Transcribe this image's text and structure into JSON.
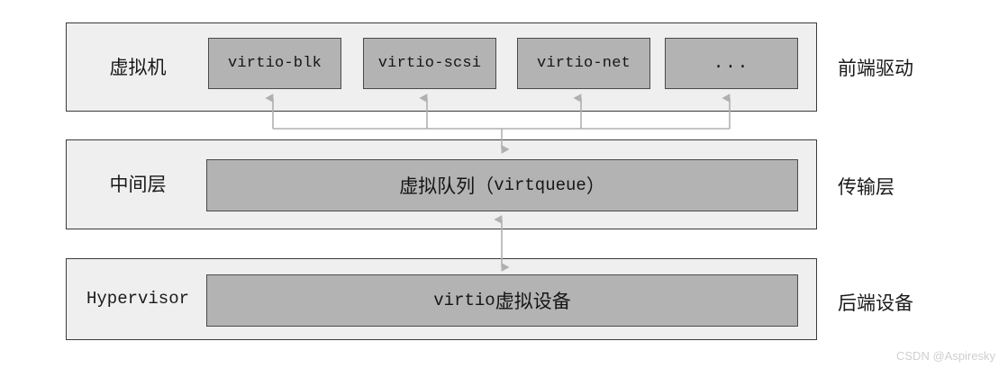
{
  "diagram": {
    "watermark": "CSDN @Aspiresky",
    "colors": {
      "panel_fill": "#efefef",
      "panel_border": "#3a3a3a",
      "box_fill": "#b3b3b3",
      "box_border": "#4a4a4a",
      "connector": "#b0b0b0",
      "page_background": "#ffffff",
      "watermark_text": "#cfcfcf"
    },
    "layers": [
      {
        "id": "virtual-machine",
        "label": "虚拟机",
        "stage_label": "前端驱动",
        "boxes": [
          {
            "id": "virtio-blk",
            "text": "virtio-blk"
          },
          {
            "id": "virtio-scsi",
            "text": "virtio-scsi"
          },
          {
            "id": "virtio-net",
            "text": "virtio-net"
          },
          {
            "id": "more",
            "text": "..."
          }
        ]
      },
      {
        "id": "middle-layer",
        "label": "中间层",
        "stage_label": "传输层",
        "boxes": [
          {
            "id": "virtqueue",
            "text_prefix": "虚拟队列（",
            "text_mono": "virtqueue",
            "text_suffix": "）"
          }
        ]
      },
      {
        "id": "hypervisor",
        "label": "Hypervisor",
        "stage_label": "后端设备",
        "boxes": [
          {
            "id": "virtio-device",
            "text_mono": "virtio",
            "text_suffix": "虚拟设备"
          }
        ]
      }
    ],
    "connectors": [
      {
        "id": "drivers-to-virtqueue",
        "direction": "up-into-drivers-and-down-into-virtqueue",
        "style": "bus"
      },
      {
        "id": "virtqueue-to-device",
        "direction": "bidirectional",
        "style": "double-arrow"
      }
    ]
  }
}
